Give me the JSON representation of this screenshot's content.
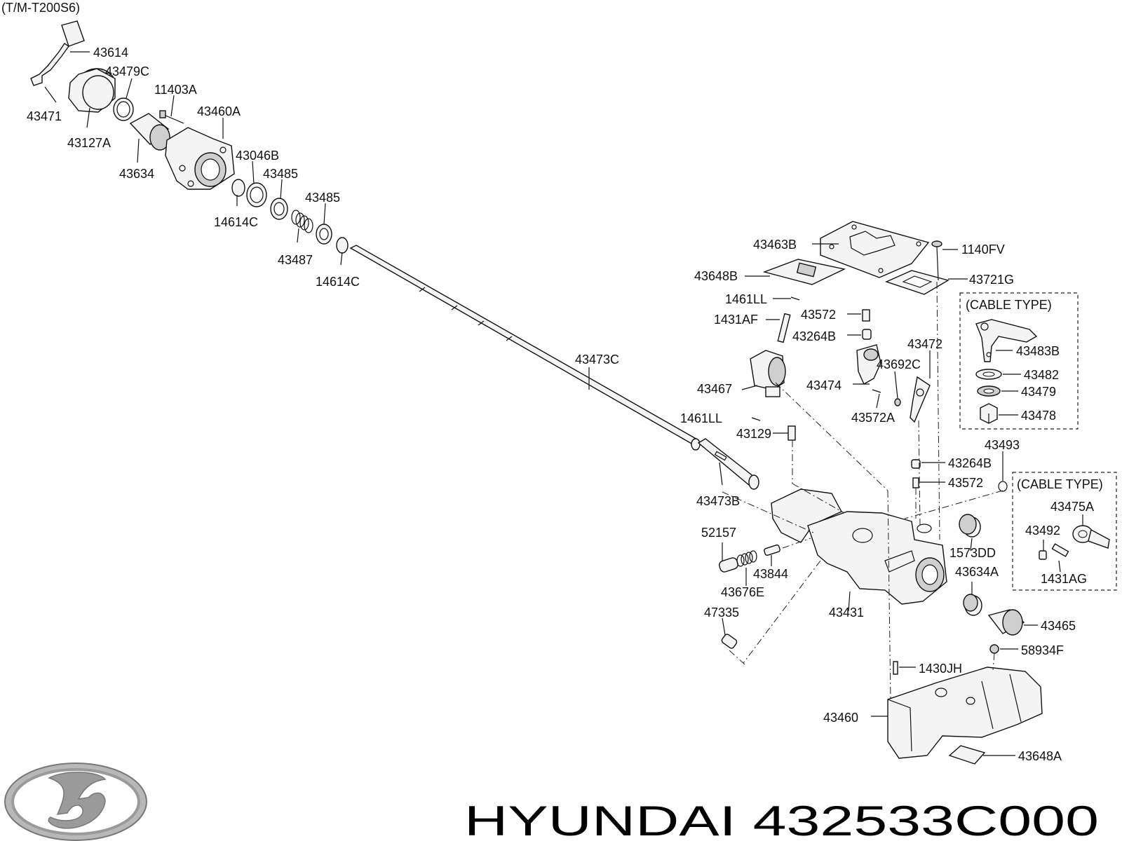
{
  "header": {
    "model_code": "(T/M-T200S6)"
  },
  "boxes": {
    "cable_type_top": "(CABLE TYPE)",
    "cable_type_bottom": "(CABLE TYPE)"
  },
  "brand": {
    "caption": "HYUNDAI 432533C000"
  },
  "parts": {
    "p43614": "43614",
    "p43479C": "43479C",
    "p43471": "43471",
    "p11403A": "11403A",
    "p43460A": "43460A",
    "p43127A": "43127A",
    "p43046B": "43046B",
    "p43634": "43634",
    "p43485a": "43485",
    "p43485b": "43485",
    "p14614Ca": "14614C",
    "p43487": "43487",
    "p14614Cb": "14614C",
    "p43473C": "43473C",
    "p43473B": "43473B",
    "p43463B": "43463B",
    "p1140FV": "1140FV",
    "p43648B": "43648B",
    "p43721G": "43721G",
    "p1461LLa": "1461LL",
    "p1431AF": "1431AF",
    "p43572a": "43572",
    "p43264Ba": "43264B",
    "p43472": "43472",
    "p43692C": "43692C",
    "p43467": "43467",
    "p43474": "43474",
    "p43572A": "43572A",
    "p1461LLb": "1461LL",
    "p43129": "43129",
    "p43483B": "43483B",
    "p43482": "43482",
    "p43479": "43479",
    "p43478": "43478",
    "p43493": "43493",
    "p43264Bb": "43264B",
    "p43572b": "43572",
    "p43475A": "43475A",
    "p43492": "43492",
    "p1431AG": "1431AG",
    "p52157": "52157",
    "p1573DD": "1573DD",
    "p43844": "43844",
    "p43634A": "43634A",
    "p43676E": "43676E",
    "p43431": "43431",
    "p47335": "47335",
    "p43465": "43465",
    "p58934F": "58934F",
    "p1430JH": "1430JH",
    "p43460": "43460",
    "p43648A": "43648A"
  }
}
